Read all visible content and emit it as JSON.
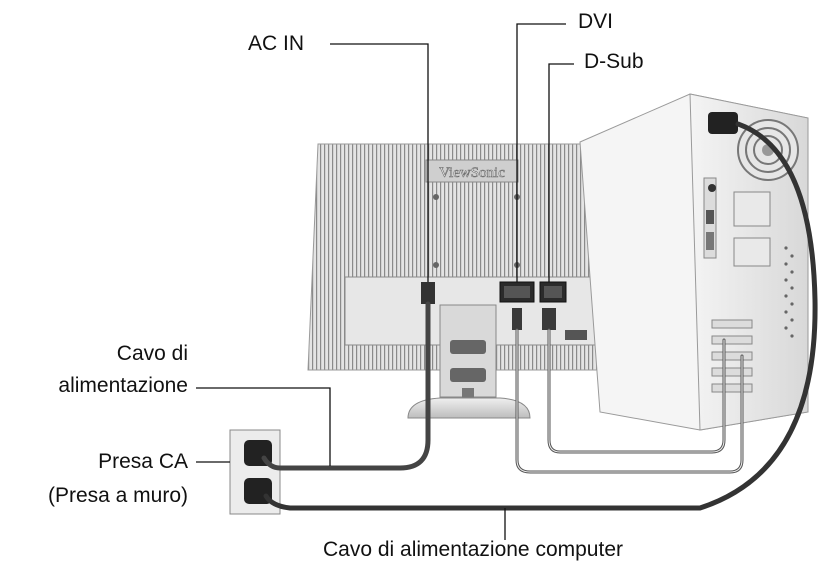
{
  "monitor": {
    "brand": "ViewSonic"
  },
  "labels": {
    "ac_in": "AC IN",
    "dvi": "DVI",
    "dsub": "D-Sub",
    "power_cable_line1": "Cavo di",
    "power_cable_line2": "alimentazione",
    "outlet_line1": "Presa CA",
    "outlet_line2": "(Presa a muro)",
    "computer_cable": "Cavo di alimentazione computer"
  }
}
